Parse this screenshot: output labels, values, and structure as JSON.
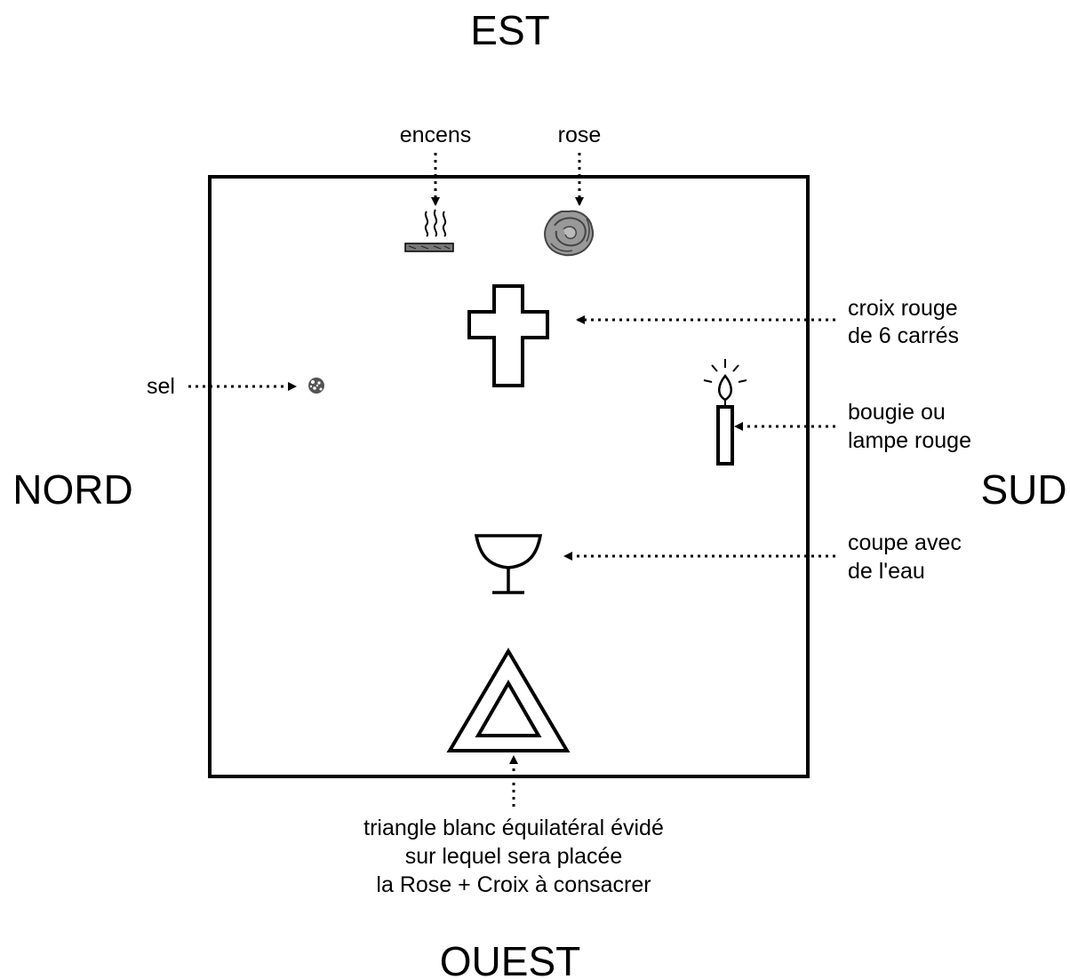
{
  "directions": {
    "east": "EST",
    "north": "NORD",
    "south": "SUD",
    "west": "OUEST"
  },
  "labels": {
    "incense": "encens",
    "rose": "rose",
    "salt": "sel",
    "cross_line1": "croix rouge",
    "cross_line2": "de 6 carrés",
    "candle_line1": "bougie ou",
    "candle_line2": "lampe rouge",
    "cup_line1": "coupe avec",
    "cup_line2": "de l'eau",
    "triangle_line1": "triangle blanc équilatéral évidé",
    "triangle_line2": "sur lequel sera placée",
    "triangle_line3": "la Rose + Croix à consacrer"
  },
  "icons": {
    "incense": "incense-icon",
    "rose": "rose-icon",
    "salt": "salt-icon",
    "cross": "cross-icon",
    "candle": "candle-icon",
    "cup": "cup-icon",
    "triangle": "triangle-icon"
  },
  "colors": {
    "ink": "#000000",
    "background": "#ffffff",
    "rose_fill": "#999999"
  }
}
